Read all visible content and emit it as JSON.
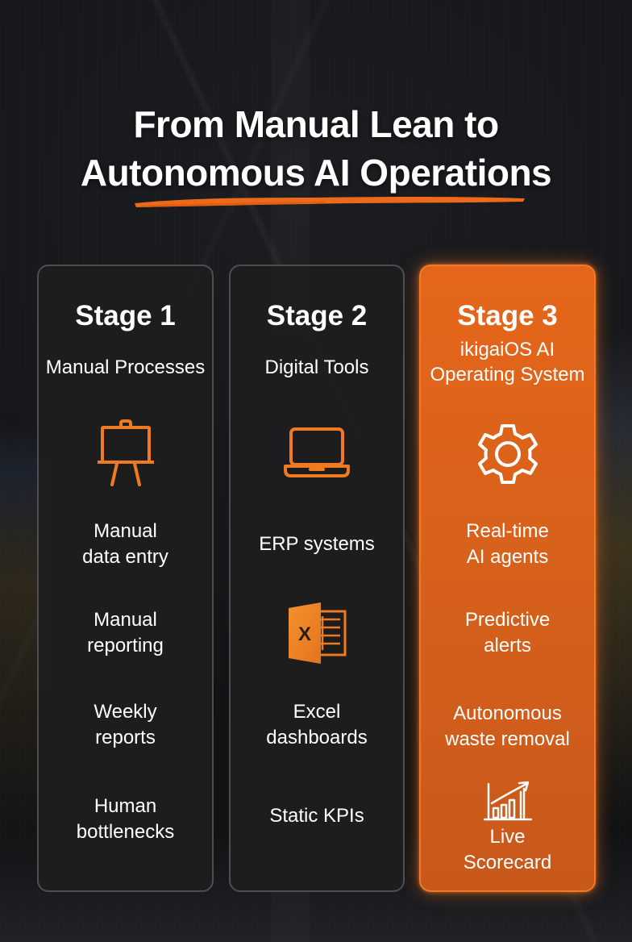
{
  "title": {
    "line1": "From Manual Lean to",
    "line2": "Autonomous AI Operations"
  },
  "colors": {
    "accent": "#E8691C",
    "card_dark": "#1E1E1F",
    "card_border": "#4E4E50",
    "text": "#FFFFFF"
  },
  "stages": [
    {
      "title": "Stage 1",
      "subtitle": "Manual Processes",
      "icon": "easel-board-icon",
      "items": [
        {
          "line1": "Manual",
          "line2": "data entry"
        },
        {
          "line1": "Manual",
          "line2": "reporting"
        },
        {
          "line1": "Weekly",
          "line2": "reports"
        },
        {
          "line1": "Human",
          "line2": "bottlenecks"
        }
      ]
    },
    {
      "title": "Stage 2",
      "subtitle": "Digital Tools",
      "icon": "laptop-icon",
      "items": [
        {
          "line1": "ERP systems"
        },
        {
          "icon": "excel-icon"
        },
        {
          "line1": "Excel",
          "line2": "dashboards"
        },
        {
          "line1": "Static KPIs"
        }
      ]
    },
    {
      "title": "Stage 3",
      "subtitle_line1": "ikigaiOS AI",
      "subtitle_line2": "Operating System",
      "icon": "gear-icon",
      "items": [
        {
          "line1": "Real-time",
          "line2": "AI agents"
        },
        {
          "line1": "Predictive",
          "line2": "alerts"
        },
        {
          "line1": "Autonomous",
          "line2": "waste removal"
        },
        {
          "icon": "growth-chart-icon",
          "line1": "Live",
          "line2": "Scorecard"
        }
      ]
    }
  ]
}
